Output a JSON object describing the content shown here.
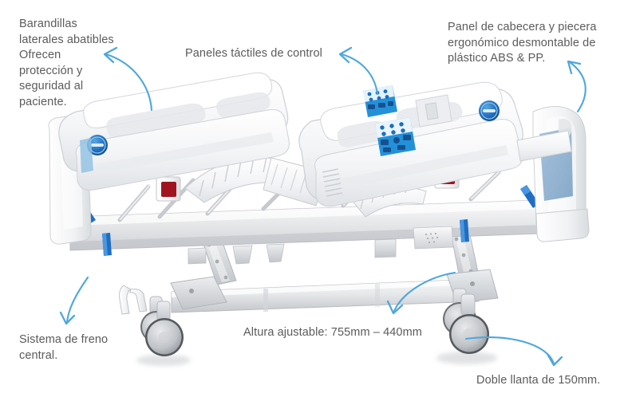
{
  "page": {
    "title": "Cama hospitalaria - características",
    "background_color": "#ffffff",
    "text_color": "#5b5b5b",
    "arrow_color": "#4ea7dd"
  },
  "callouts": [
    {
      "id": "side-rails",
      "text": "Barandillas\nlaterales abatibles\nOfrecen\nprotección y\nseguridad al\npaciente.",
      "arrow": "curve-up-left"
    },
    {
      "id": "control-panels",
      "text": "Paneles táctiles de control",
      "arrow": "curve-up-left"
    },
    {
      "id": "headboard-footboard",
      "text": "Panel de cabecera y piecera\nergonómico desmontable de\nplástico ABS & PP.",
      "arrow": "curve-up-left"
    },
    {
      "id": "central-brake",
      "text": "Sistema de freno\ncentral.",
      "arrow": "curve-down-left"
    },
    {
      "id": "adjustable-height",
      "text": "Altura ajustable: 755mm – 440mm",
      "arrow": "curve-down-left"
    },
    {
      "id": "double-castor",
      "text": "Doble llanta de 150mm.",
      "arrow": "curve-down-right"
    }
  ],
  "product": {
    "name": "electric-hospital-bed",
    "colors": {
      "shell_white": "#f4f5f6",
      "shell_shadow": "#d8dbdf",
      "frame_gray": "#c9ccd0",
      "panel_blue": "#8fb3d4",
      "button_blue": "#2391d8",
      "accent_blue": "#1b6fc0",
      "brake_blue": "#1f6ec4",
      "caster_gray": "#b9bcc0",
      "caster_dark": "#4a4c50",
      "red_marker": "#a01420"
    },
    "parts": [
      {
        "name": "left-side-rail"
      },
      {
        "name": "right-side-rail"
      },
      {
        "name": "touch-control-panel-upper"
      },
      {
        "name": "touch-control-panel-lower"
      },
      {
        "name": "rail-release-knob-left"
      },
      {
        "name": "rail-release-knob-right"
      },
      {
        "name": "headboard-panel"
      },
      {
        "name": "mattress-deck"
      },
      {
        "name": "lifting-column-left"
      },
      {
        "name": "lifting-column-right"
      },
      {
        "name": "base-beam"
      },
      {
        "name": "caster-front-left"
      },
      {
        "name": "caster-front-right"
      },
      {
        "name": "caster-rear-left"
      },
      {
        "name": "caster-rear-right"
      },
      {
        "name": "central-brake-pedal"
      }
    ]
  }
}
